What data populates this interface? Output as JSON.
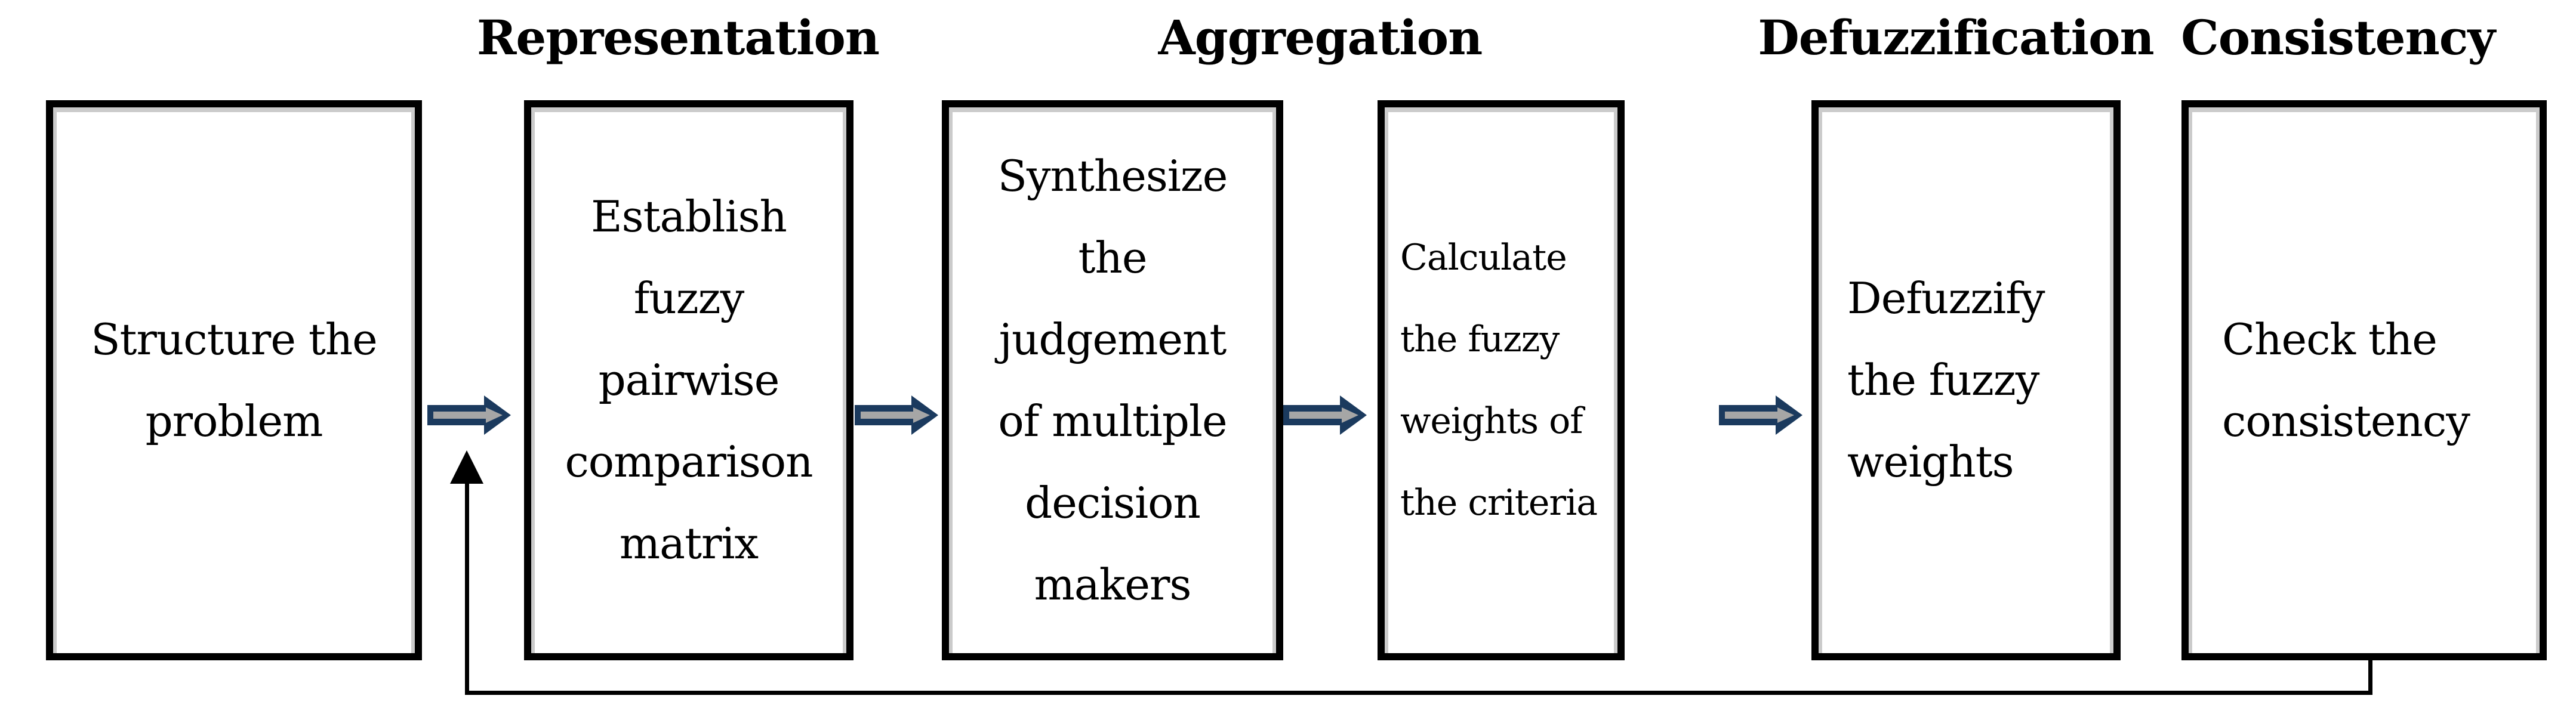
{
  "diagram": {
    "kind": "flowchart",
    "phases": [
      {
        "label": "Representation"
      },
      {
        "label": "Aggregation"
      },
      {
        "label": "Defuzzification"
      },
      {
        "label": "Consistency"
      }
    ],
    "steps": [
      {
        "text": "Structure the\nproblem"
      },
      {
        "text": "Establish\nfuzzy\npairwise\ncomparison\nmatrix"
      },
      {
        "text": "Synthesize\nthe\njudgement\nof multiple\ndecision\nmakers"
      },
      {
        "text": "Calculate\nthe fuzzy\nweights of\nthe criteria"
      },
      {
        "text": "Defuzzify\nthe fuzzy\nweights"
      },
      {
        "text": "Check the\nconsistency"
      }
    ],
    "icons": {
      "flow_arrow": "block-right-arrow",
      "feedback_arrow": "thin-up-arrow"
    },
    "colors": {
      "arrow_outline": "#1b3a5e",
      "arrow_stripe": "#a6a6a6",
      "box_border": "#000000",
      "text": "#000000",
      "background": "#ffffff"
    }
  }
}
